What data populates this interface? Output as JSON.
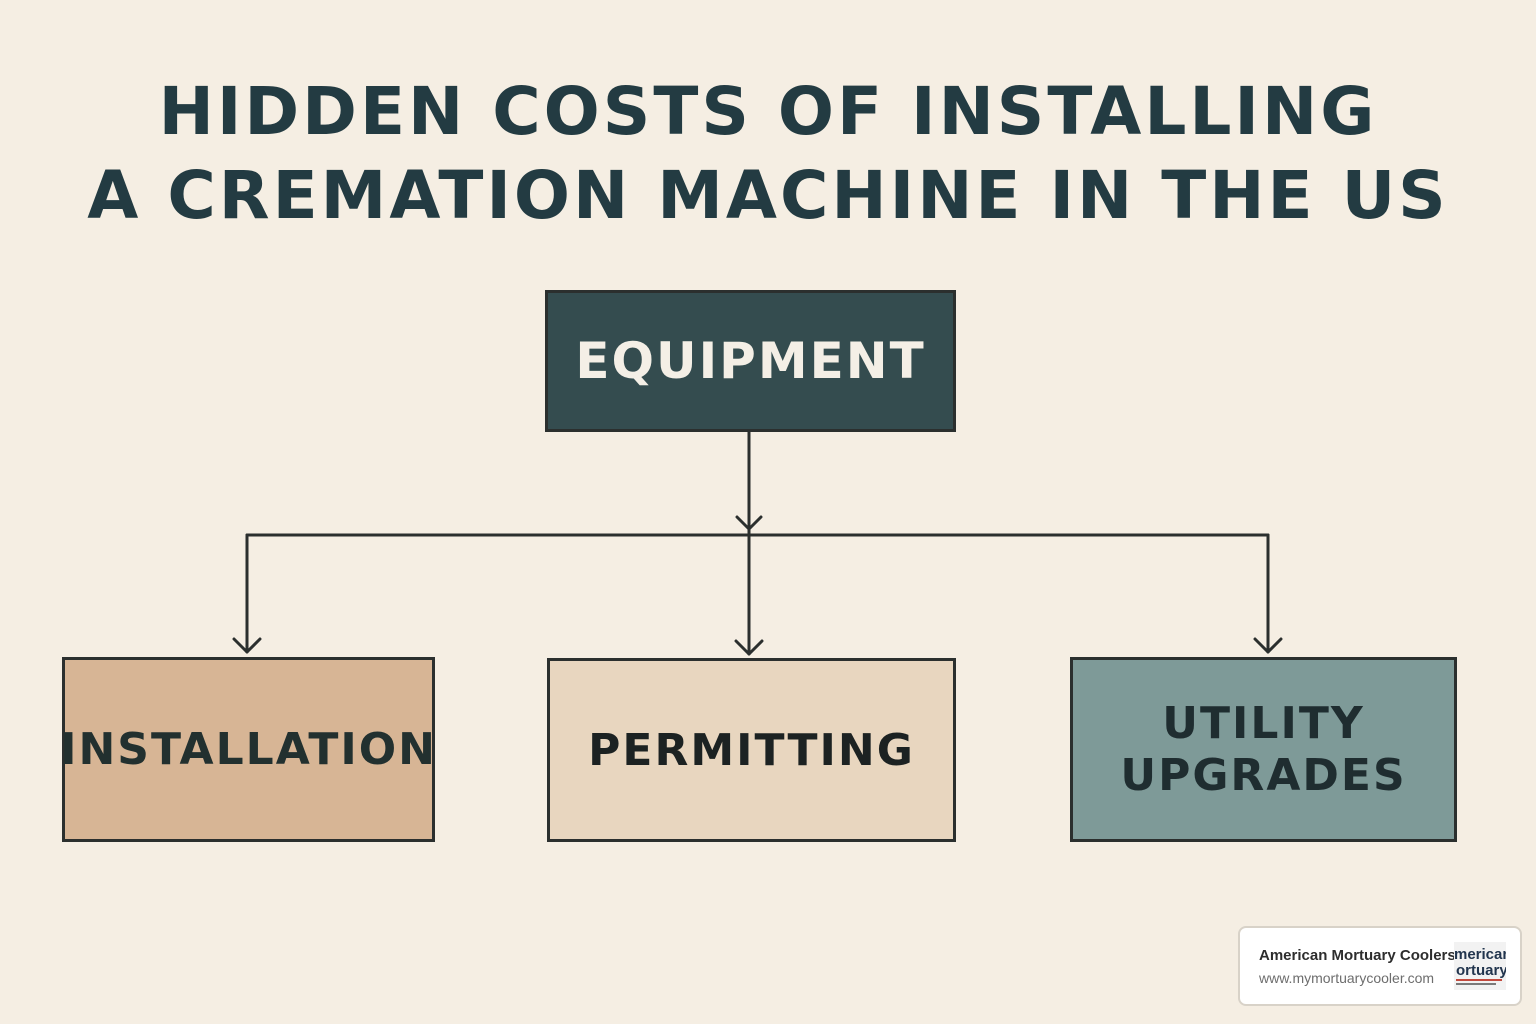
{
  "title": {
    "line1": "HIDDEN COSTS OF INSTALLING",
    "line2": "A CREMATION MACHINE IN THE US"
  },
  "nodes": {
    "equipment": "EQUIPMENT",
    "installation": "INSTALLATION",
    "permitting": "PERMITTING",
    "utility_line1": "UTILITY",
    "utility_line2": "UPGRADES"
  },
  "colors": {
    "background": "#f5eee3",
    "title": "#233b42",
    "equipment": "#344c4f",
    "installation": "#d7b595",
    "permitting": "#e8d6bf",
    "utility": "#7e9a98",
    "line": "#2b2f2e"
  },
  "branding": {
    "name": "American Mortuary Coolers",
    "url": "www.mymortuarycooler.com",
    "logo_text_line1": "merican",
    "logo_text_line2": "ortuary"
  }
}
